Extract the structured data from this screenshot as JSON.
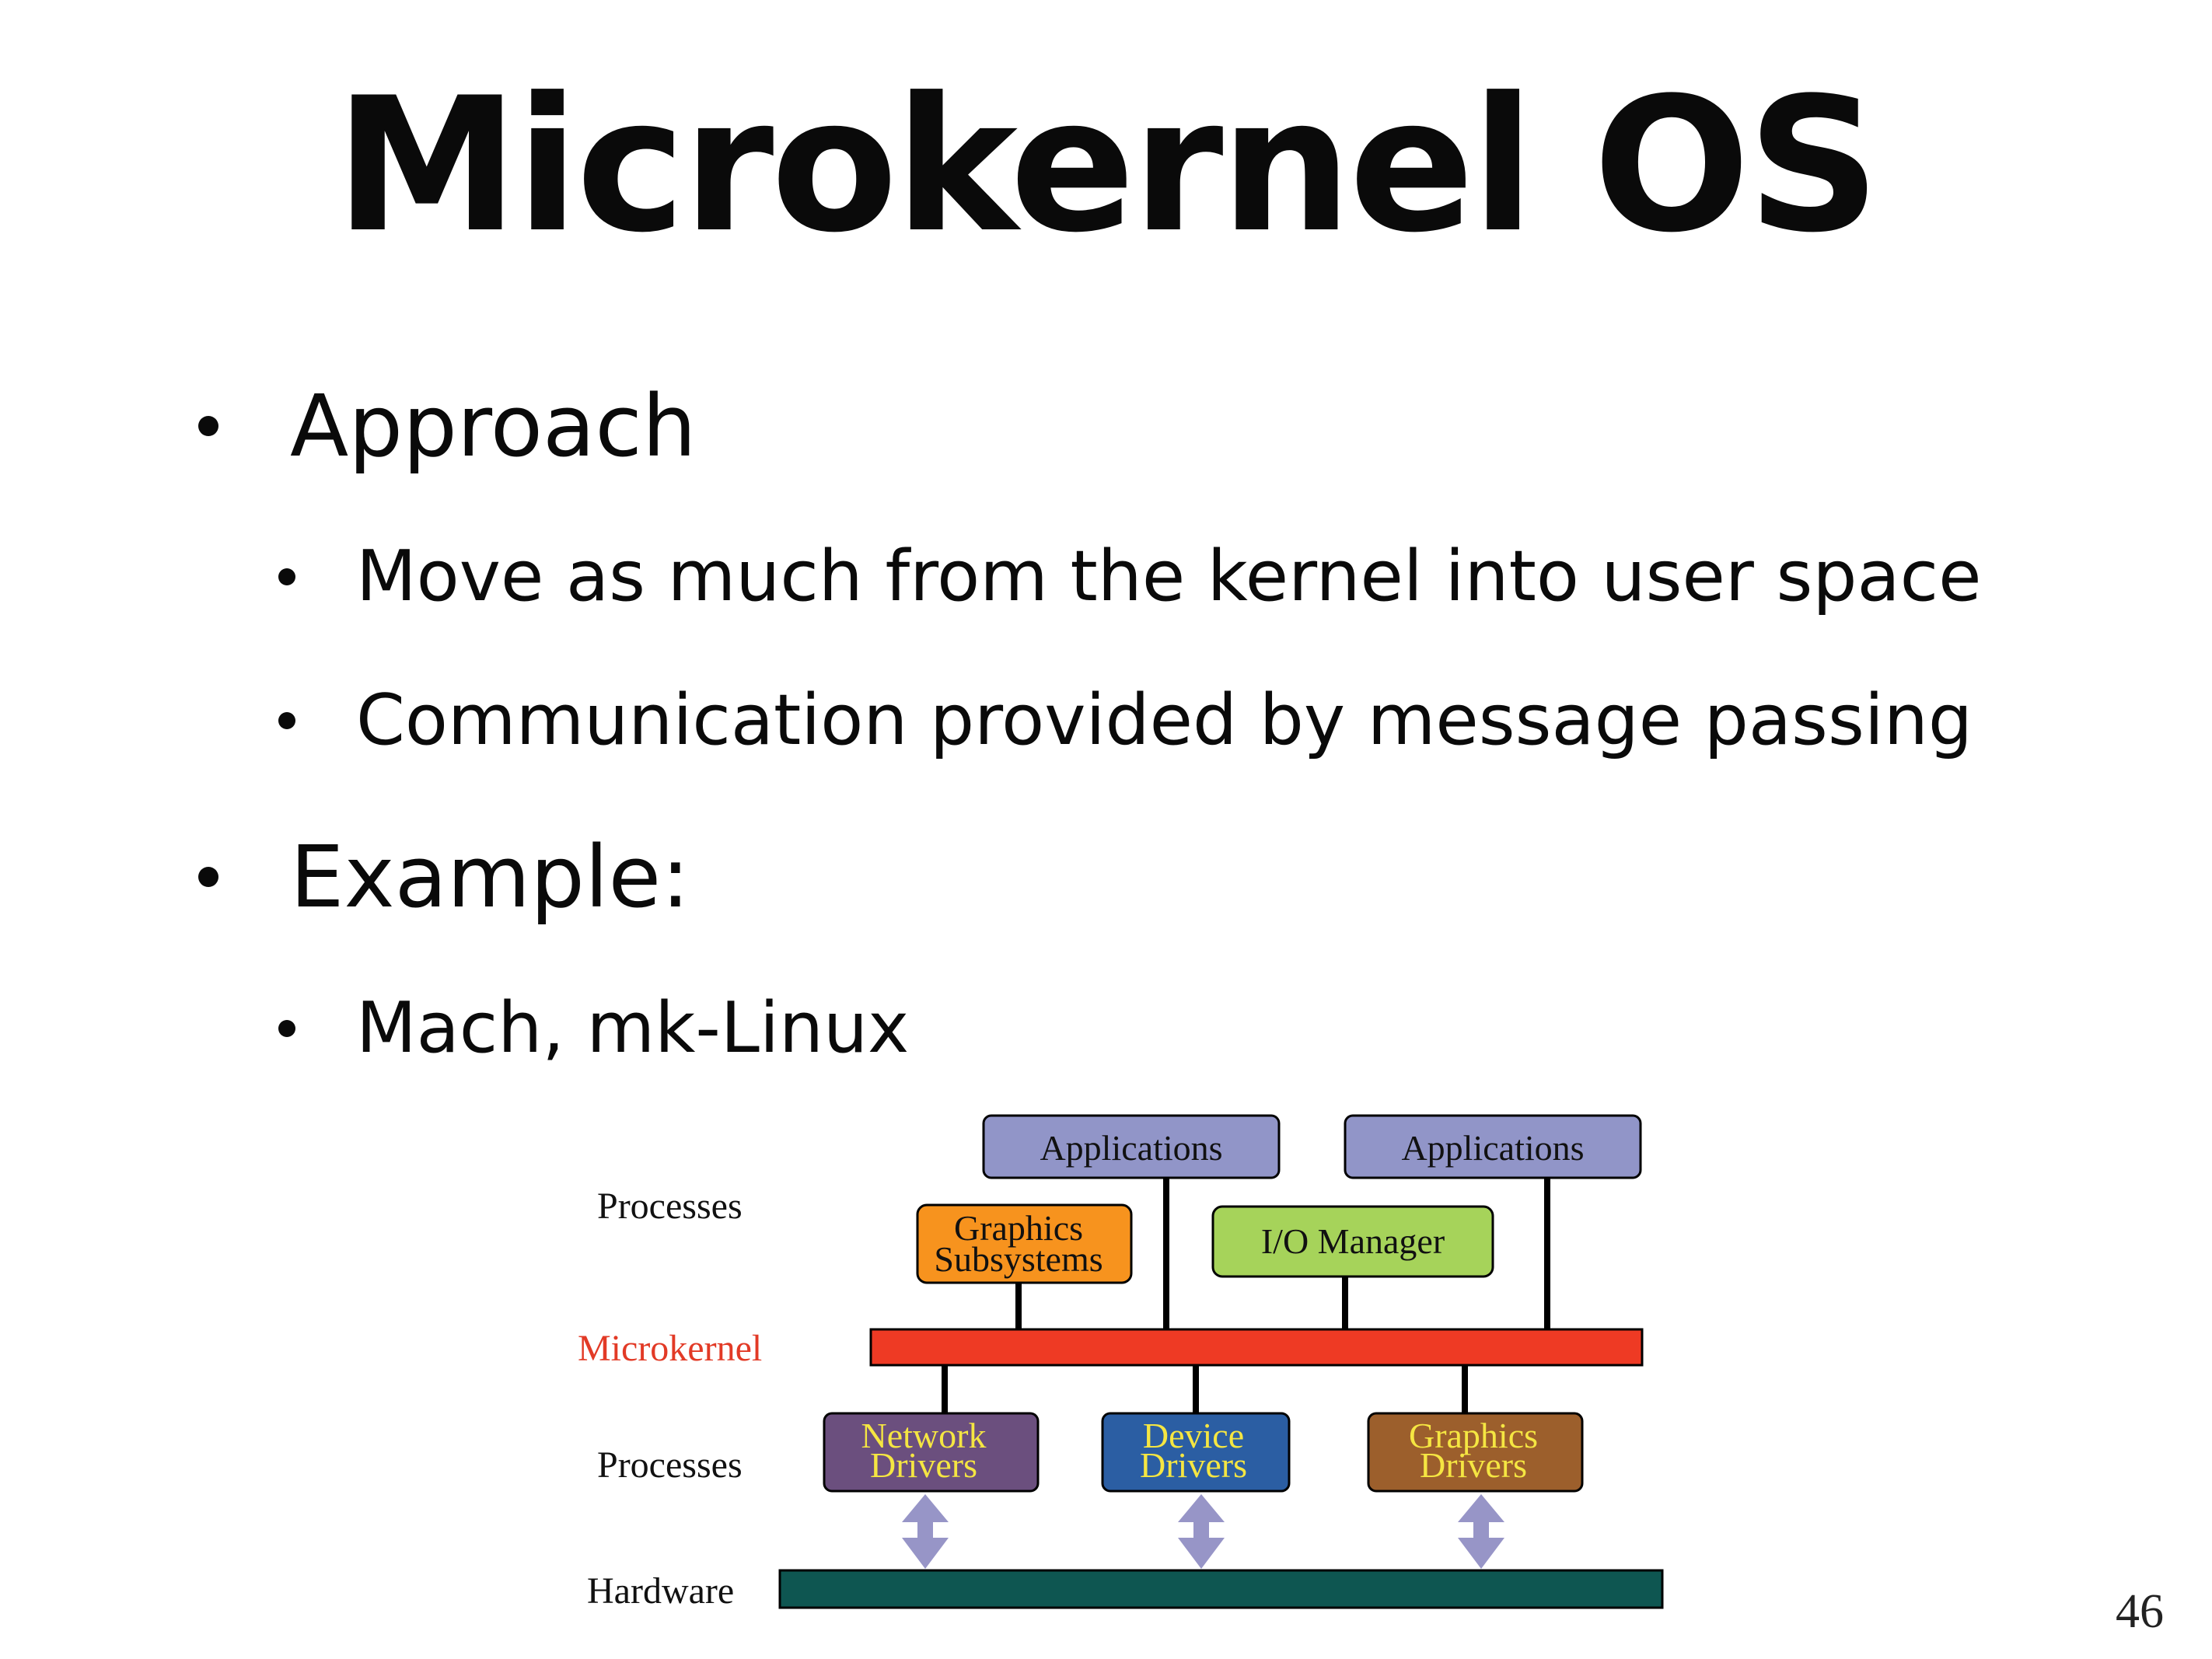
{
  "slide": {
    "title": "Microkernel OS",
    "bullets": [
      {
        "text": "Approach",
        "children": [
          "Move as much from the kernel into user space",
          "Communication provided by message passing"
        ]
      },
      {
        "text": "Example:",
        "children": [
          "Mach, mk-Linux"
        ]
      }
    ],
    "page_number": "46"
  },
  "diagram": {
    "row_labels": {
      "processes_top": "Processes",
      "microkernel": "Microkernel",
      "processes_bottom": "Processes",
      "hardware": "Hardware"
    },
    "boxes": {
      "applications_1": [
        "Applications"
      ],
      "applications_2": [
        "Applications"
      ],
      "graphics_subsystems": [
        "Graphics",
        "Subsystems"
      ],
      "io_manager": [
        "I/O Manager"
      ],
      "network_drivers": [
        "Network",
        "Drivers"
      ],
      "device_drivers": [
        "Device",
        "Drivers"
      ],
      "graphics_drivers": [
        "Graphics",
        "Drivers"
      ]
    },
    "colors": {
      "applications": "#9195c8",
      "graphics_subsystems": "#f7931e",
      "io_manager": "#a6d35a",
      "microkernel_bar": "#ee3a24",
      "microkernel_label": "#e23a26",
      "network_drivers": "#6b4f7e",
      "device_drivers": "#2b5ea3",
      "graphics_drivers": "#9c5f2c",
      "driver_text": "#f5e642",
      "hardware_bar": "#0e5651",
      "arrow": "#9795c7"
    }
  }
}
